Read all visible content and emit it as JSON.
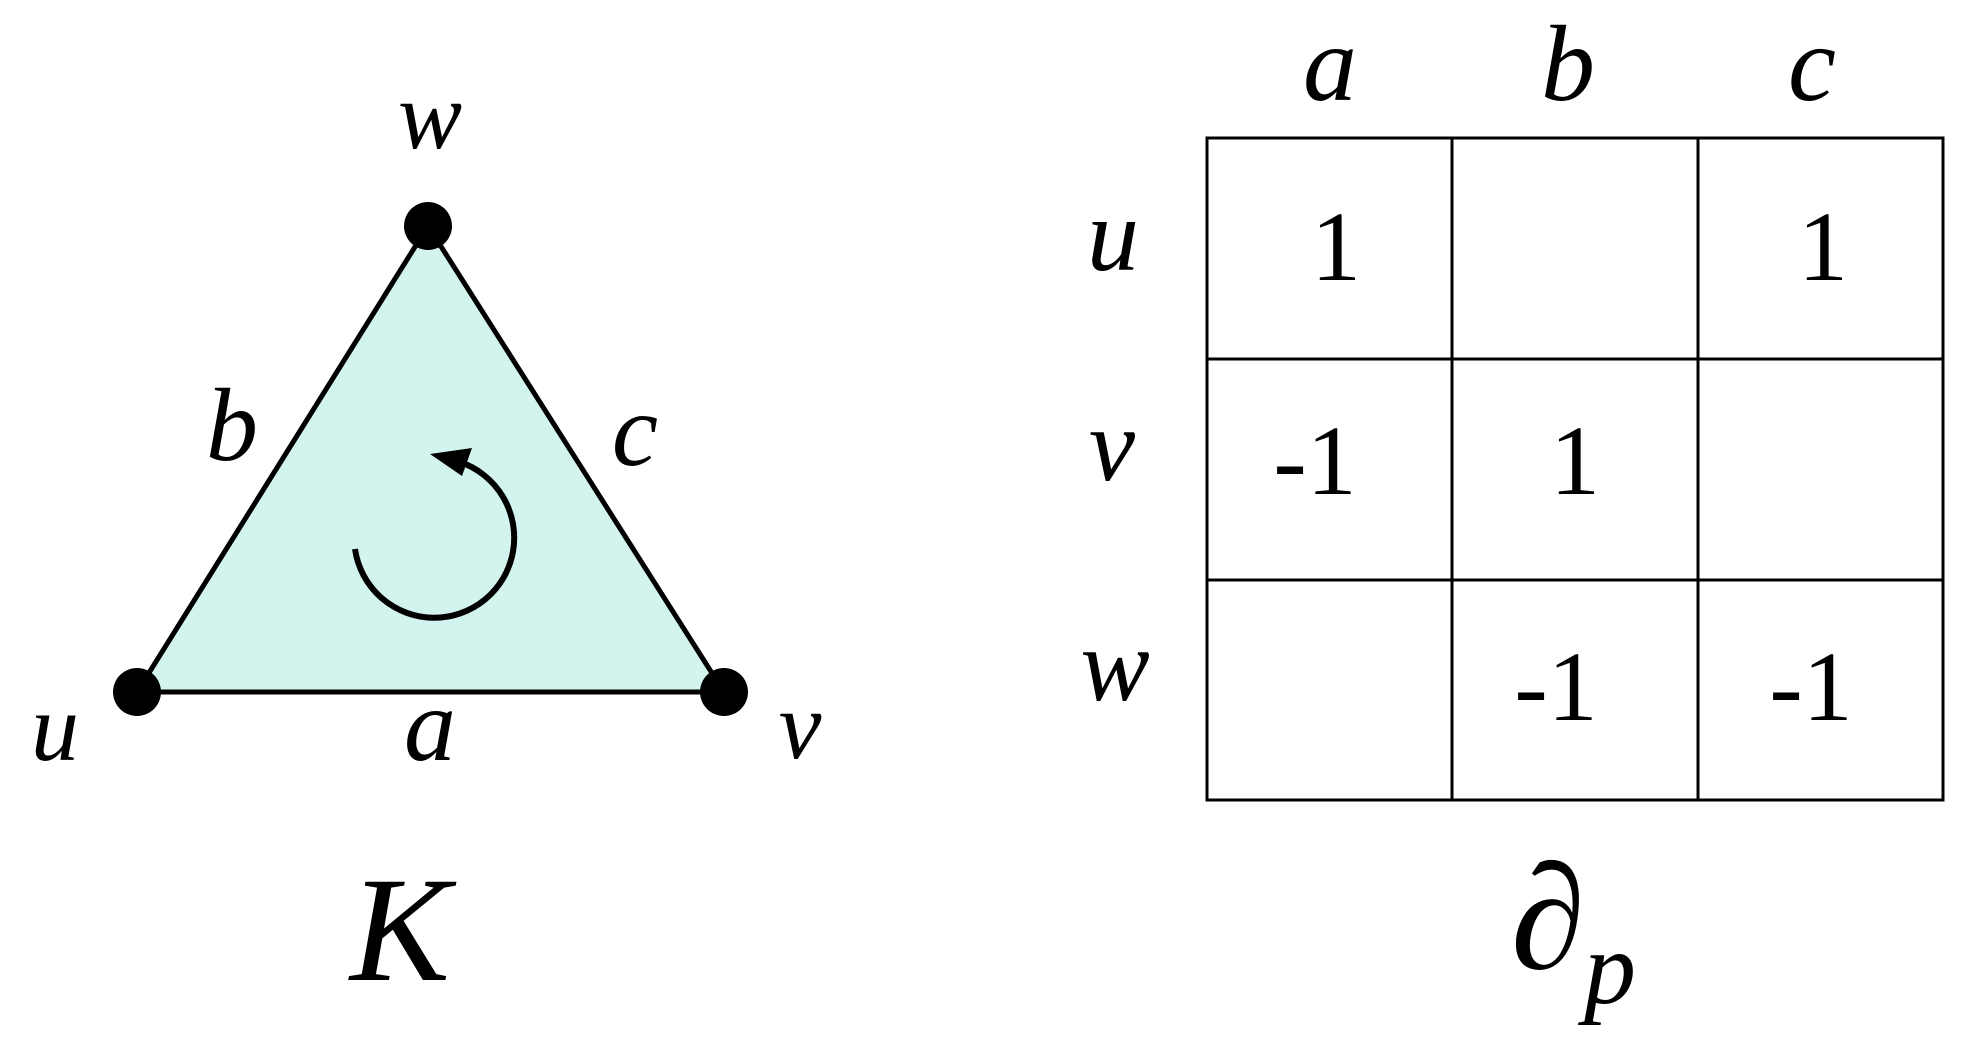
{
  "complex": {
    "name": "K",
    "vertices": {
      "u": "u",
      "v": "v",
      "w": "w"
    },
    "edges": {
      "a": "a",
      "b": "b",
      "c": "c"
    },
    "fill_color": "#d3f4ee",
    "orientation": "counterclockwise"
  },
  "boundary_matrix": {
    "symbol": "∂",
    "subscript": "p",
    "col_headers": [
      "a",
      "b",
      "c"
    ],
    "row_headers": [
      "u",
      "v",
      "w"
    ],
    "cells": [
      [
        "1",
        "",
        "1"
      ],
      [
        "-1",
        "1",
        ""
      ],
      [
        "",
        "-1",
        "-1"
      ]
    ]
  }
}
